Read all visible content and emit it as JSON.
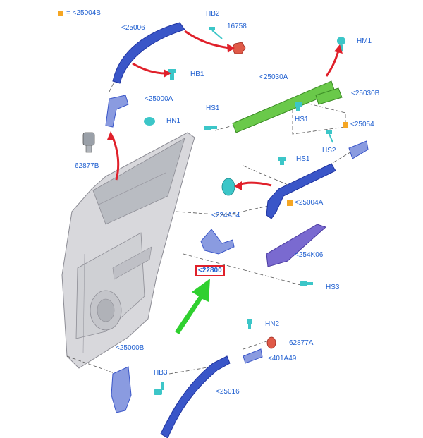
{
  "legend": {
    "marker_color": "#f5a623",
    "text": "= <25004B"
  },
  "highlight_color": "#e0202a",
  "labels": {
    "l25006": "<25006",
    "hb2": "HB2",
    "l16758": "16758",
    "hm1": "HM1",
    "hb1": "HB1",
    "l25030a": "<25030A",
    "l25030b": "<25030B",
    "l25000a": "<25000A",
    "hs1_a": "HS1",
    "hs1_b": "HS1",
    "hs1_c": "HS1",
    "hn1": "HN1",
    "l25054": "<25054",
    "hs2": "HS2",
    "l62877b": "62877B",
    "l25004a": "<25004A",
    "l224a54": "<224A54",
    "l254k06": "<254K06",
    "l22800": "<22800",
    "hs3": "HS3",
    "hn2": "HN2",
    "l62877a": "62877A",
    "l25000b": "<25000B",
    "l401a49": "<401A49",
    "hb3": "HB3",
    "l25016": "<25016"
  }
}
